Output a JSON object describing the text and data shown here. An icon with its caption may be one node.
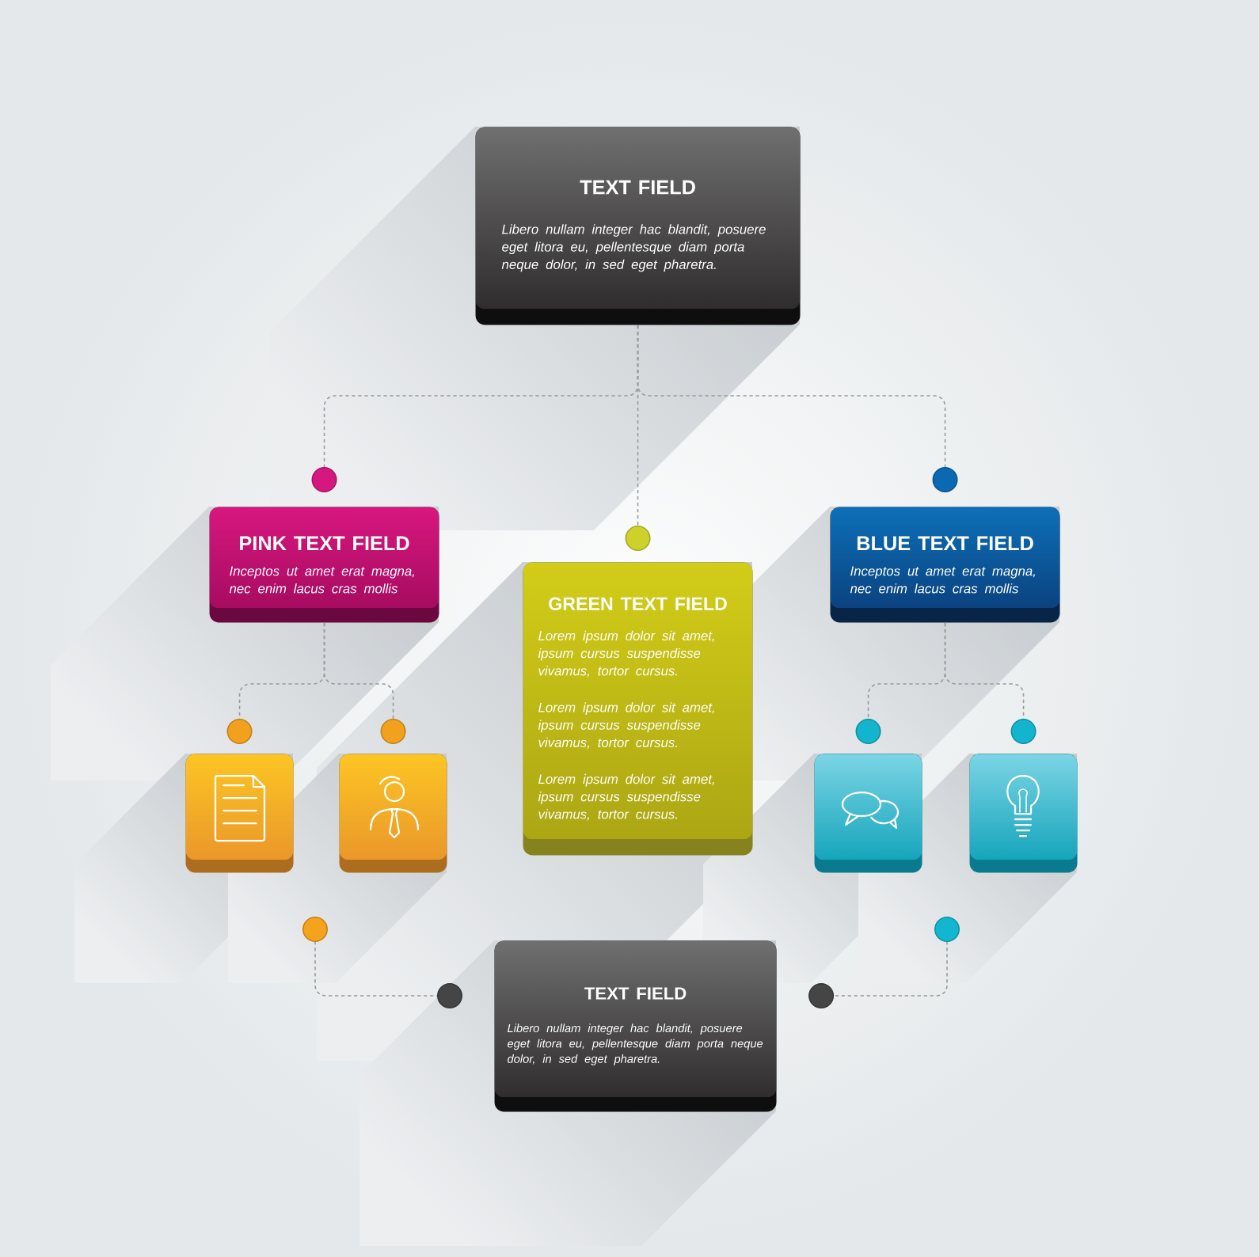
{
  "diagram": {
    "nodes": [
      {
        "text": [
          "TEXT FIELD",
          "Libero nullam integer hac blandit, posuere eget litora eu, pellentesque diam porta neque dolor, in sed eget pharetra."
        ]
      },
      {
        "text": [
          "PINK TEXT FIELD",
          "Inceptos ut amet erat magna, nec enim lacus cras mollis"
        ]
      },
      {
        "text": [
          "GREEN TEXT FIELD",
          "Lorem ipsum dolor sit amet, ipsum cursus suspendisse vivamus, tortor cursus.",
          "Lorem ipsum dolor sit amet, ipsum cursus suspendisse vivamus, tortor cursus.",
          "Lorem ipsum dolor sit amet, ipsum cursus suspendisse vivamus, tortor cursus."
        ]
      },
      {
        "text": [
          "BLUE TEXT FIELD",
          "Inceptos ut amet erat magna, nec enim lacus cras mollis"
        ]
      },
      {
        "text": [],
        "shape": "box"
      },
      {
        "text": [],
        "shape": "box"
      },
      {
        "text": [],
        "shape": "box"
      },
      {
        "text": [],
        "shape": "box"
      },
      {
        "text": [
          "TEXT FIELD",
          "Libero nullam integer hac blandit, posuere eget litora eu, pellentesque diam porta neque dolor, in sed eget pharetra."
        ]
      }
    ],
    "edges": [
      {
        "from": 0,
        "to": 1,
        "arrow": "other",
        "style": "dashed"
      },
      {
        "from": 0,
        "to": 2,
        "arrow": "other",
        "style": "dashed"
      },
      {
        "from": 0,
        "to": 3,
        "arrow": "other",
        "style": "dashed"
      },
      {
        "from": 1,
        "to": 4,
        "arrow": "other",
        "style": "dashed"
      },
      {
        "from": 1,
        "to": 5,
        "arrow": "other",
        "style": "dashed"
      },
      {
        "from": 3,
        "to": 6,
        "arrow": "other",
        "style": "dashed"
      },
      {
        "from": 3,
        "to": 7,
        "arrow": "other",
        "style": "dashed"
      },
      {
        "from": null,
        "to": 8,
        "arrow": "other",
        "style": "dashed"
      },
      {
        "from": null,
        "to": 8,
        "arrow": "other",
        "style": "dashed"
      }
    ]
  }
}
